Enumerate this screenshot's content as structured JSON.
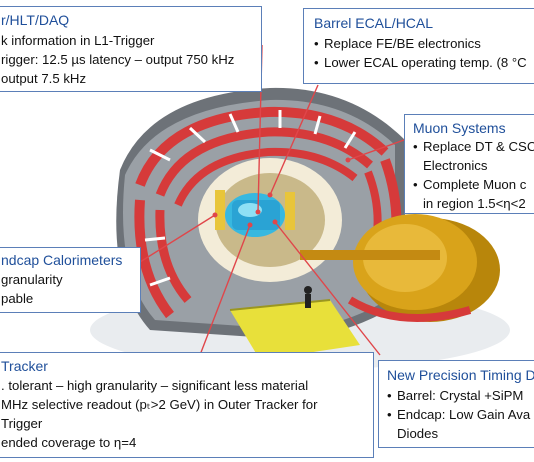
{
  "boxes": {
    "trigger": {
      "title": "r/HLT/DAQ",
      "items": [
        "k information in L1-Trigger",
        "rigger: 12.5 µs latency – output 750 kHz",
        "output 7.5 kHz"
      ]
    },
    "barrel": {
      "title": "Barrel ECAL/HCAL",
      "items": [
        "Replace FE/BE electronics",
        "Lower ECAL operating temp. (8 °C"
      ]
    },
    "muon": {
      "title": "Muon Systems",
      "items": [
        "Replace DT & CSC",
        "Electronics",
        "Complete Muon c",
        "in region 1.5<η<2"
      ]
    },
    "endcap": {
      "title": "ndcap Calorimeters",
      "items": [
        "granularity",
        "pable"
      ]
    },
    "tracker": {
      "title": "Tracker",
      "items": [
        ". tolerant – high granularity – significant less material",
        "MHz selective readout (pₜ>2 GeV) in Outer Tracker for",
        "Trigger",
        "ended coverage to η=4"
      ]
    },
    "timing": {
      "title": "New Precision Timing D",
      "items": [
        "Barrel: Crystal +SiPM",
        "Endcap: Low Gain Ava",
        "Diodes"
      ]
    }
  },
  "colors": {
    "box_border": "#5b7fb8",
    "title_text": "#1f4f9a",
    "callout_line": "#e0464a",
    "detector_red": "#d63a3a",
    "magnet_gold": "#d9a31a",
    "platform_yellow": "#e8e03a"
  }
}
